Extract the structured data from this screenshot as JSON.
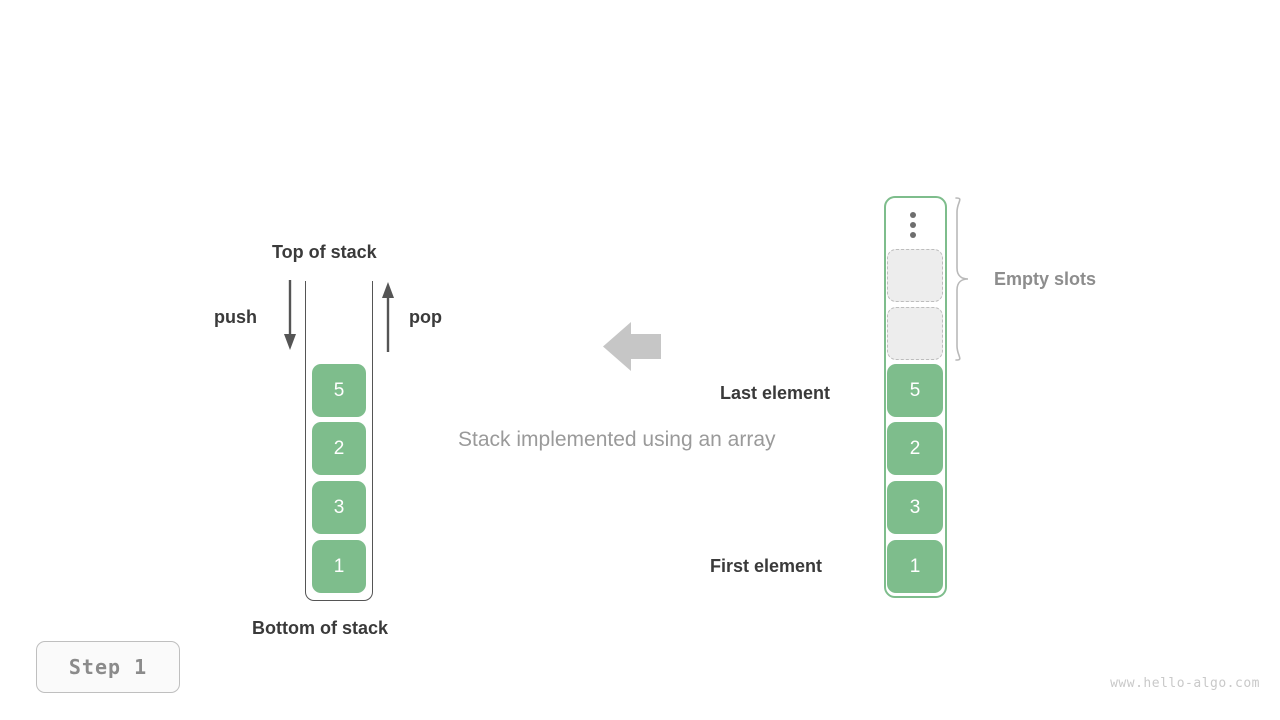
{
  "diagram": {
    "caption": "Stack implemented using an array",
    "step_badge": "Step 1",
    "watermark": "www.hello-algo.com",
    "colors": {
      "block_green": "#7ebd8c",
      "container_green_border": "#7ebd8c",
      "empty_slot_fill": "#ededed",
      "empty_slot_border": "#bdbdbd",
      "arrow_gray": "#555555",
      "big_arrow_gray": "#c6c6c6",
      "label_dark": "#3a3a3a",
      "label_gray": "#8d8d8d",
      "caption_gray": "#9a9a9a"
    }
  },
  "stack": {
    "top_label": "Top of stack",
    "bottom_label": "Bottom of stack",
    "push_label": "push",
    "pop_label": "pop",
    "values": [
      "5",
      "2",
      "3",
      "1"
    ]
  },
  "array": {
    "empty_slots_label": "Empty slots",
    "last_element_label": "Last element",
    "first_element_label": "First element",
    "ellipsis_icon": "vertical-ellipsis-icon",
    "empty_slot_count": 2,
    "values": [
      "5",
      "2",
      "3",
      "1"
    ]
  },
  "chart_data": {
    "type": "diagram",
    "title": "Stack implemented using an array",
    "left_structure": {
      "name": "stack",
      "orientation": "vertical, top-open container",
      "top_to_bottom": [
        "5",
        "2",
        "3",
        "1"
      ],
      "operations": [
        "push",
        "pop"
      ],
      "annotations": [
        "Top of stack",
        "Bottom of stack"
      ]
    },
    "right_structure": {
      "name": "array",
      "orientation": "vertical, fixed capacity",
      "top_to_bottom": [
        "...",
        "empty",
        "empty",
        "5",
        "2",
        "3",
        "1"
      ],
      "annotations": [
        "Empty slots",
        "Last element",
        "First element"
      ]
    },
    "relation": "array (right) implements stack (left)"
  }
}
